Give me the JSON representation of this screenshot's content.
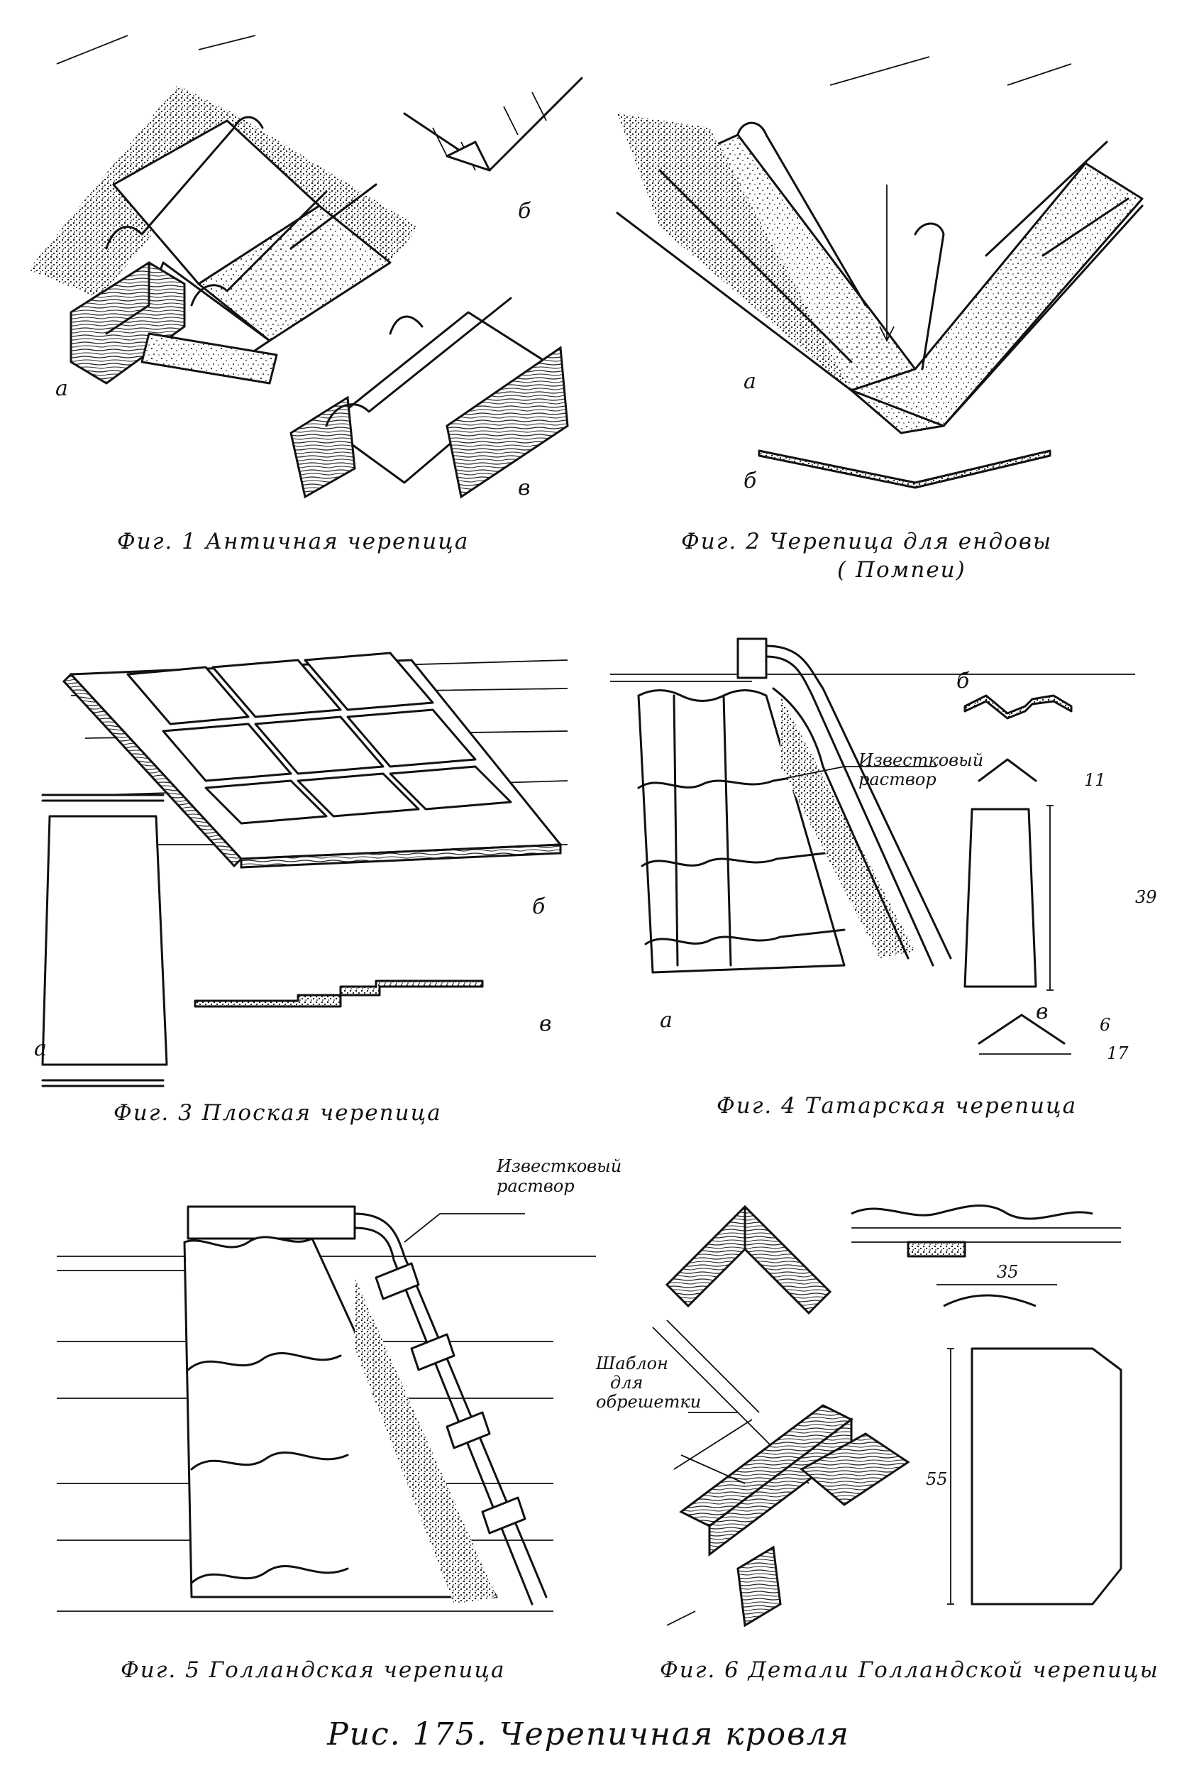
{
  "figures": [
    {
      "id": "fig1",
      "caption": "Фиг. 1  Античная черепица",
      "labels": [
        "а",
        "б",
        "в"
      ]
    },
    {
      "id": "fig2",
      "caption_line1": "Фиг. 2  Черепица для ендовы",
      "caption_line2": "( Помпеи)",
      "labels": [
        "а",
        "б"
      ]
    },
    {
      "id": "fig3",
      "caption": "Фиг. 3  Плоская  черепица",
      "labels": [
        "а",
        "б",
        "в"
      ]
    },
    {
      "id": "fig4",
      "caption": "Фиг. 4  Татарская черепица",
      "labels": [
        "а",
        "б",
        "в"
      ],
      "note_line1": "Известковый",
      "note_line2": "раствор",
      "dims": {
        "top": "11",
        "height": "39",
        "small": "6",
        "bottom": "17"
      }
    },
    {
      "id": "fig5",
      "caption": "Фиг. 5  Голландская черепица",
      "note_line1": "Известковый",
      "note_line2": "раствор"
    },
    {
      "id": "fig6",
      "caption": "Фиг. 6  Детали Голландской черепицы",
      "note_line1": "Шаблон",
      "note_line2": "для",
      "note_line3": "обрешетки",
      "dims": {
        "width": "35",
        "height": "55"
      }
    }
  ],
  "page_title": "Рис. 175. Черепичная кровля"
}
